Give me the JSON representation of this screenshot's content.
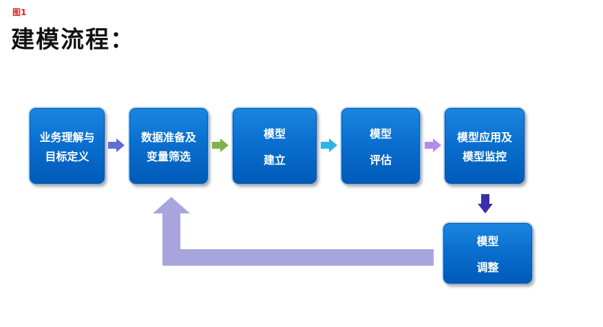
{
  "figure_label": "图1",
  "title": "建模流程：",
  "steps": [
    {
      "line1": "业务理解与",
      "line2": "目标定义"
    },
    {
      "line1": "数据准备及",
      "line2": "变量筛选"
    },
    {
      "line1": "模型",
      "line2": "建立"
    },
    {
      "line1": "模型",
      "line2": "评估"
    },
    {
      "line1": "模型应用及",
      "line2": "模型监控"
    },
    {
      "line1": "模型",
      "line2": "调整"
    }
  ],
  "colors": {
    "box": "#0a6fcf",
    "arrow_1": "#5b6fd6",
    "arrow_2": "#7fb24a",
    "arrow_3": "#2db3e8",
    "arrow_4": "#b28ce8",
    "arrow_down": "#3a2fa8",
    "feedback_arrow": "#a7a5dc"
  }
}
